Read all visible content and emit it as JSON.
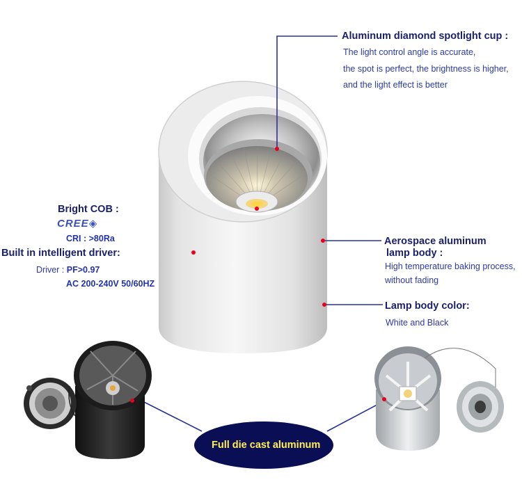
{
  "callouts": {
    "spotlight_cup": {
      "title": "Aluminum diamond spotlight cup :",
      "lines": [
        "The light control angle is accurate,",
        "the spot is perfect, the brightness is higher,",
        "and the light effect is better"
      ]
    },
    "bright_cob": {
      "title": "Bright COB :",
      "brand": "CREE",
      "cri": "CRI : >80Ra"
    },
    "driver": {
      "title": "Built in intelligent driver:",
      "driver_label": "Driver :",
      "pf": "PF>0.97",
      "ac": "AC 200-240V 50/60HZ"
    },
    "lamp_body": {
      "title_line1": "Aerospace aluminum",
      "title_line2": "lamp body :",
      "lines": [
        "High temperature baking process,",
        "without fading"
      ]
    },
    "body_color": {
      "title": "Lamp body color:",
      "value": "White  and  Black"
    }
  },
  "banner": {
    "label": "Full die cast aluminum"
  },
  "colors": {
    "heading": "#1a1f6b",
    "body_text": "#2c3aa8",
    "pill_bg": "#0a0f55",
    "pill_text": "#ffee55",
    "marker": "#e8001c"
  }
}
